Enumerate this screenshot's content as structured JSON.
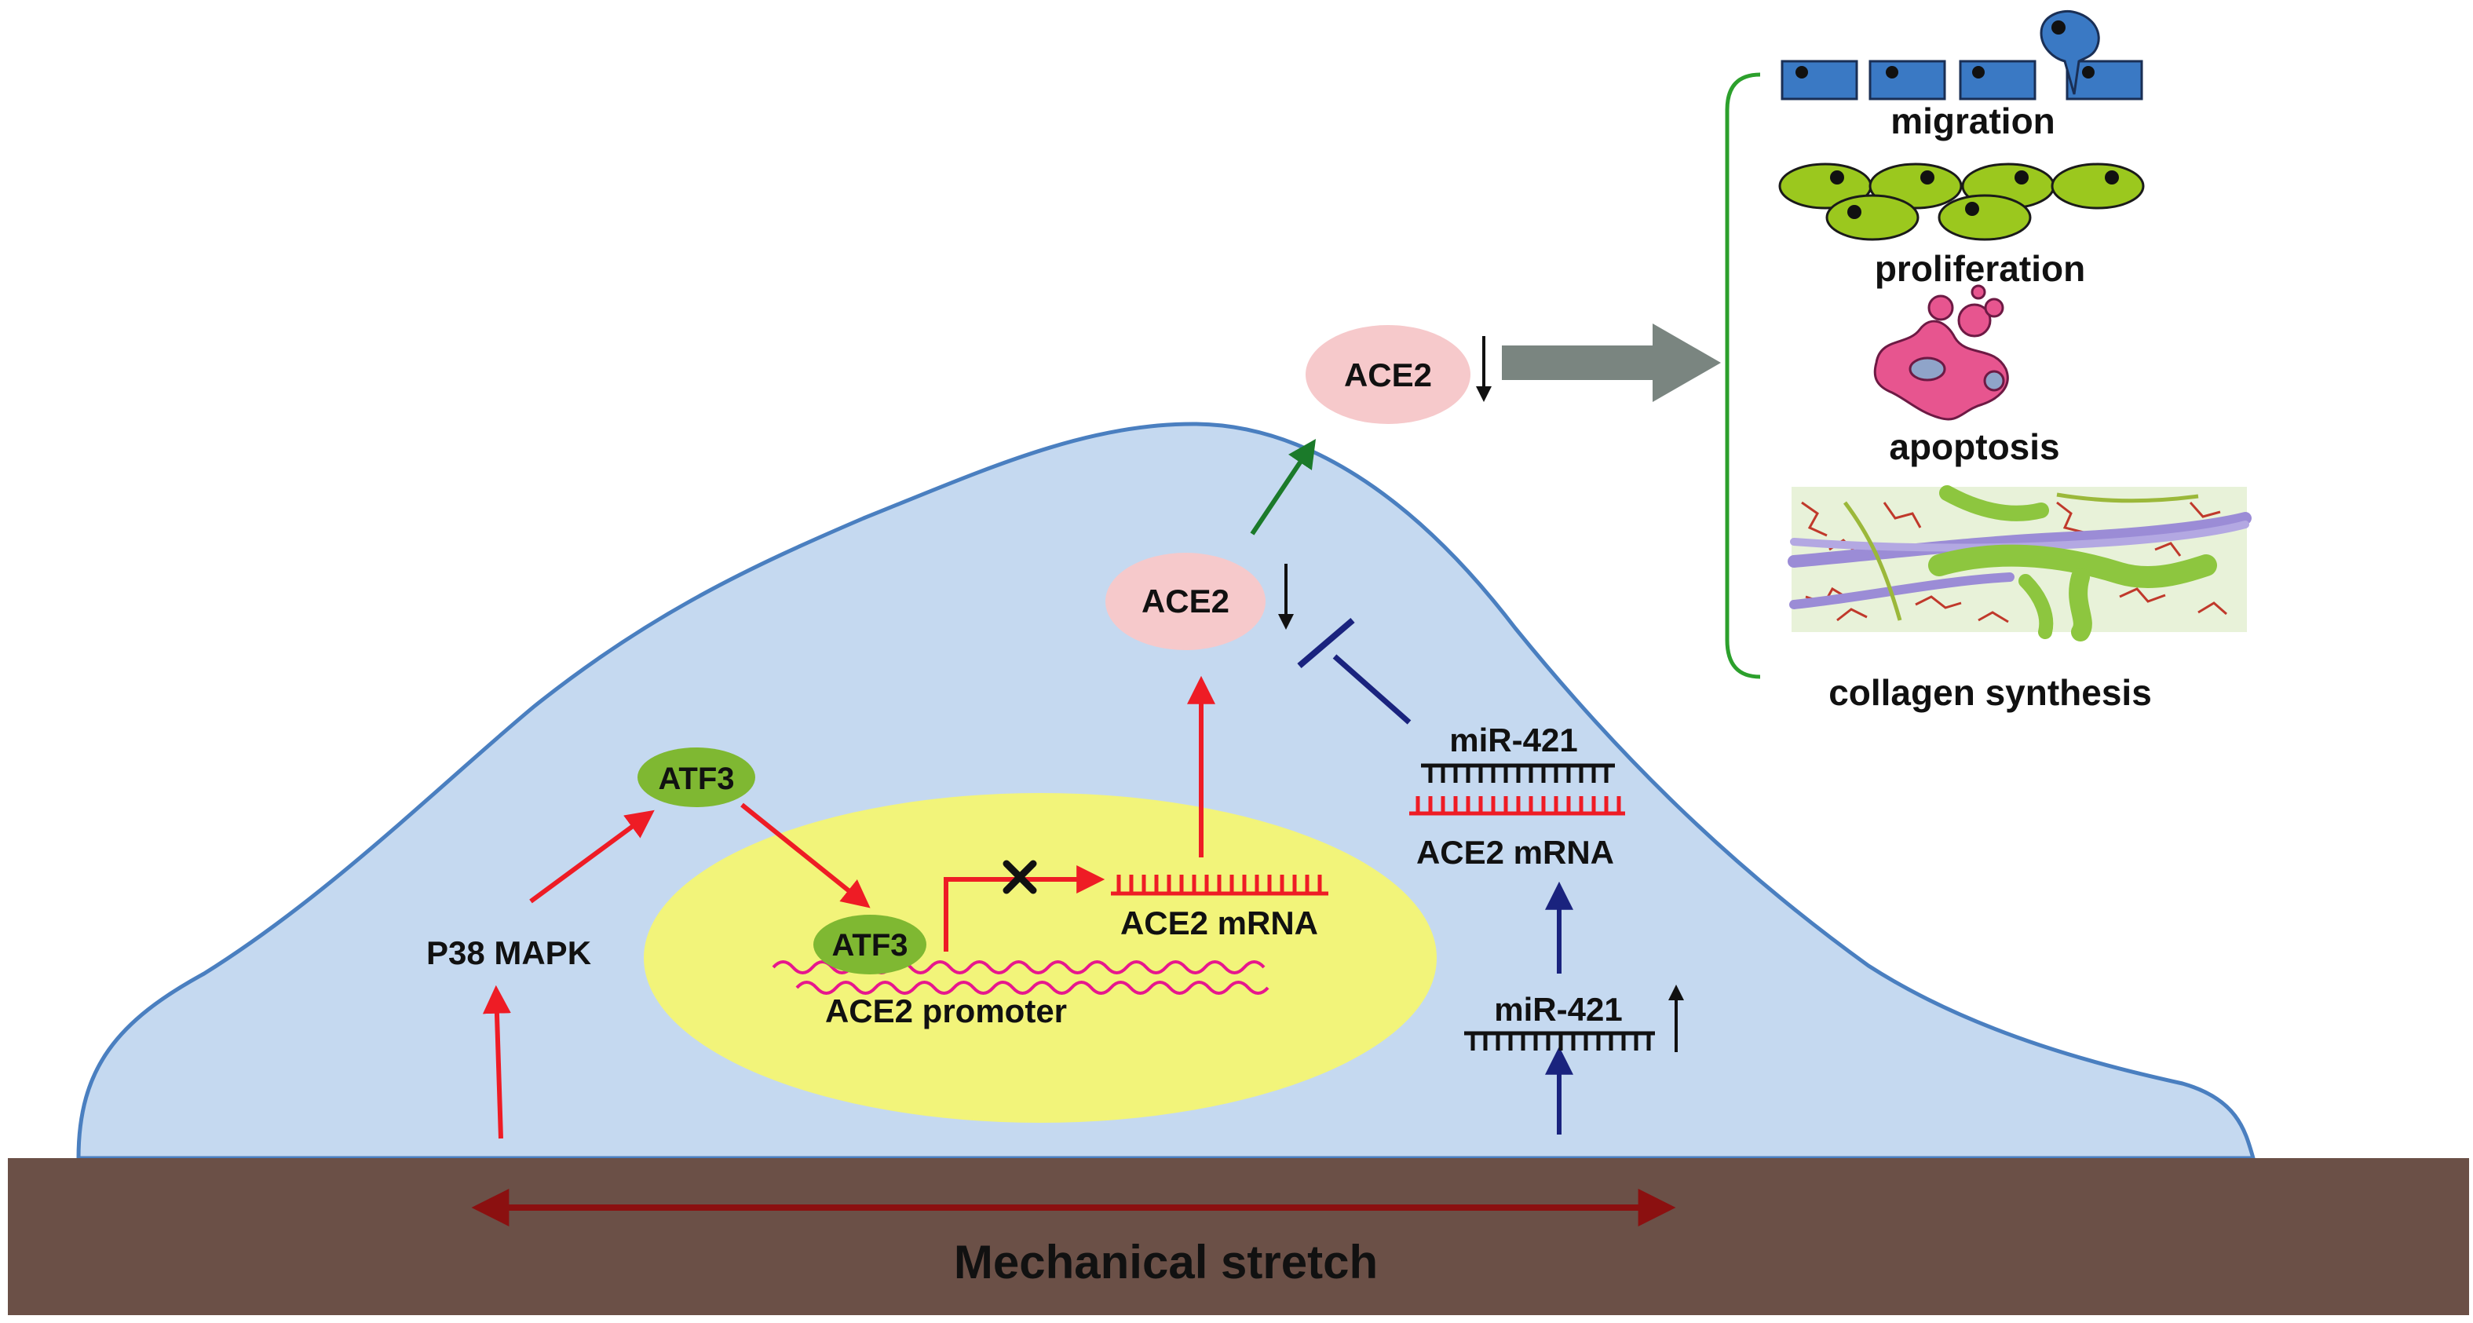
{
  "labels": {
    "mechanical_stretch": "Mechanical stretch",
    "p38": "P38 MAPK",
    "atf3_cyto": "ATF3",
    "atf3_nuc": "ATF3",
    "ace2_promoter": "ACE2 promoter",
    "ace2_mrna_nuc": "ACE2 mRNA",
    "ace2_mrna_duplex": "ACE2 mRNA",
    "mir421_bound": "miR-421",
    "mir421_low": "miR-421",
    "ace2_inner": "ACE2",
    "ace2_outer": "ACE2",
    "migration": "migration",
    "proliferation": "proliferation",
    "apoptosis": "apoptosis",
    "collagen": "collagen synthesis"
  },
  "colors": {
    "cell": "#c5d9f0",
    "cell_outline": "#4a7fc0",
    "nucleus": "#f2f47a",
    "ground": "#6b5047",
    "stretch_arrow": "#8b1010",
    "activation": "#ee1c25",
    "green_oval": "#7fb832",
    "ace2_oval": "#f6c9cb",
    "mirna": "#1a237e",
    "secretion": "#1b7a2a",
    "big_arrow": "#7a8580",
    "bracket": "#2ca02c"
  }
}
